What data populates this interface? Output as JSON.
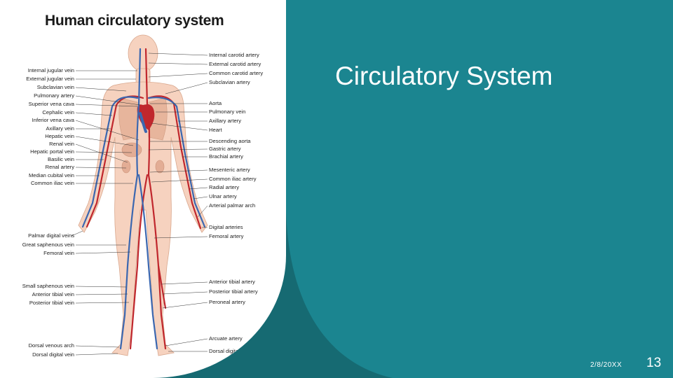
{
  "slide": {
    "title": "Circulatory System",
    "date": "2/8/20XX",
    "page_number": "13"
  },
  "figure": {
    "title": "Human circulatory system",
    "left_labels": [
      "Internal jugular vein",
      "External jugular vein",
      "Subclavian vein",
      "Pulmonary artery",
      "Superior vena cava",
      "Cephalic vein",
      "Inferior vena cava",
      "Axillary vein",
      "Hepatic vein",
      "Renal vein",
      "Hepatic portal vein",
      "Basilic vein",
      "Renal artery",
      "Median cubital vein",
      "Common iliac vein",
      "Palmar digital veins",
      "Great saphenous vein",
      "Femoral vein",
      "Small saphenous vein",
      "Anterior tibial vein",
      "Posterior tibial vein",
      "Dorsal venous arch",
      "Dorsal digital vein"
    ],
    "right_labels": [
      "Internal carotid artery",
      "External carotid artery",
      "Common carotid artery",
      "Subclavian artery",
      "Aorta",
      "Pulmonary vein",
      "Axillary artery",
      "Heart",
      "Descending aorta",
      "Gastric artery",
      "Brachial artery",
      "Mesenteric artery",
      "Common iliac artery",
      "Radial artery",
      "Ulnar artery",
      "Arterial palmar arch",
      "Digital arteries",
      "Femoral artery",
      "Anterior tibial artery",
      "Posterior tibial artery",
      "Peroneal artery",
      "Arcuate artery",
      "Dorsal digital artery"
    ]
  },
  "colors": {
    "background": "#1b8590",
    "dark_accent": "#166a72",
    "artery": "#c0272d",
    "vein": "#3b67b0",
    "skin": "#f6d2bf"
  }
}
